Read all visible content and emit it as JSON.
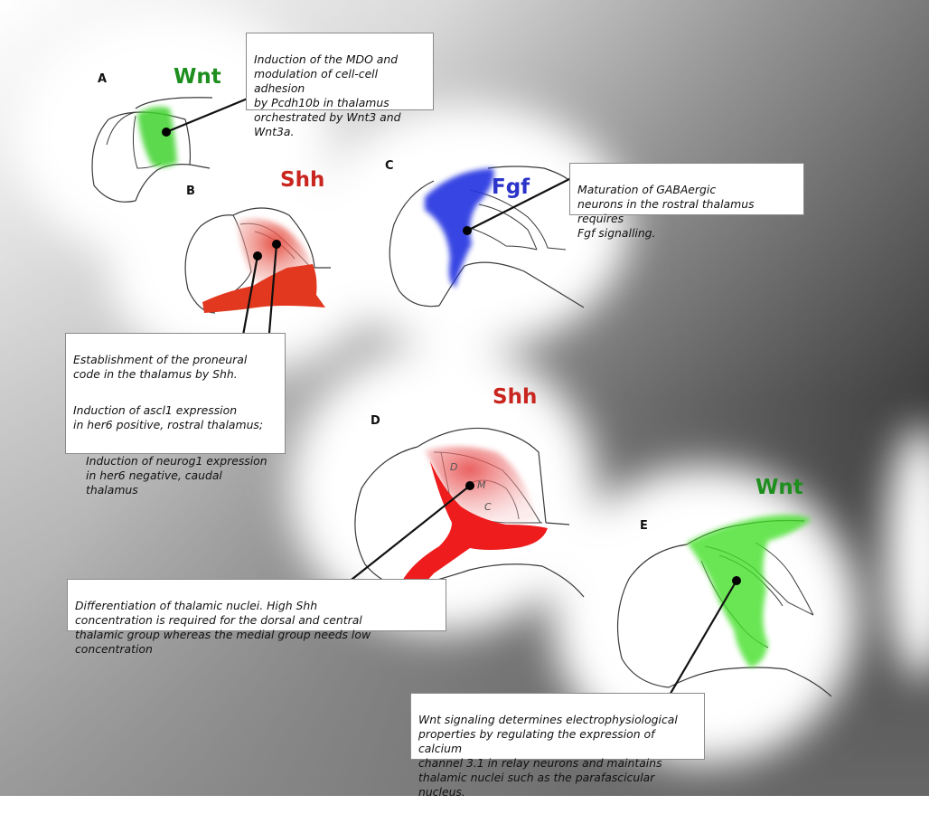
{
  "colors": {
    "wnt": "#1e8f1e",
    "wnt_light": "#44dd22",
    "shh": "#c8261e",
    "shh_fill": "#e2381f",
    "fgf": "#2b33c9",
    "background_dark": "#0c0c0c"
  },
  "panels": {
    "A": {
      "letter": "A",
      "signal": "Wnt"
    },
    "B": {
      "letter": "B",
      "signal": "Shh"
    },
    "C": {
      "letter": "C",
      "signal": "Fgf"
    },
    "D": {
      "letter": "D",
      "signal": "Shh",
      "subregions": [
        "D",
        "M",
        "C"
      ]
    },
    "E": {
      "letter": "E",
      "signal": "Wnt"
    }
  },
  "callouts": {
    "A": "Induction of the MDO and\nmodulation of  cell-cell adhesion\nby Pcdh10b in thalamus\norchestrated by Wnt3 and Wnt3a.",
    "C": "Maturation of GABAergic\nneurons in the rostral thalamus requires\nFgf signalling.",
    "B": [
      "Establishment of the proneural\ncode in the thalamus by  Shh.",
      "Induction of ascl1 expression\nin her6 positive, rostral thalamus;",
      "Induction of neurog1 expression\nin her6 negative, caudal thalamus"
    ],
    "D": "Differentiation of thalamic nuclei. High Shh\nconcentration is required for the dorsal and central\nthalamic group whereas the medial group needs low concentration",
    "E": "Wnt signaling determines electrophysiological\nproperties by regulating the expression of calcium\n channel 3.1 in relay neurons  and maintains\nthalamic nuclei such as the parafascicular nucleus."
  }
}
